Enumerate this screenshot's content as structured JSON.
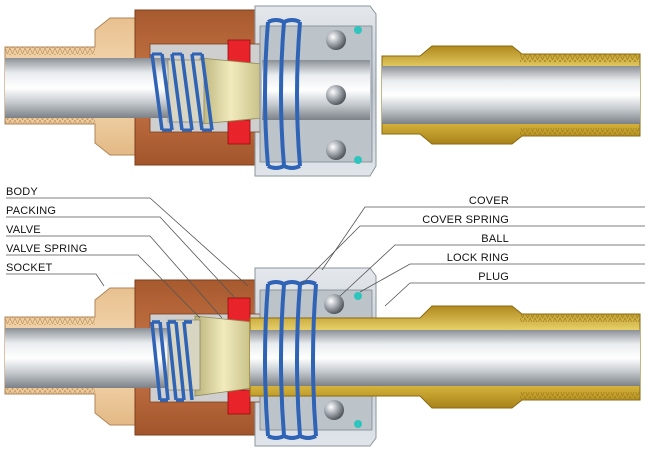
{
  "labels_left": {
    "body": "BODY",
    "packing": "PACKING",
    "valve": "VALVE",
    "valve_spring": "VALVE SPRING",
    "socket": "SOCKET"
  },
  "labels_right": {
    "cover": "COVER",
    "cover_spring": "COVER SPRING",
    "ball": "BALL",
    "lock_ring": "LOCK RING",
    "plug": "PLUG"
  },
  "colors": {
    "socket": "#f3d3a8",
    "body": "#bd6b3c",
    "packing": "#e8242a",
    "valve": "#ddd49a",
    "spring": "#2f63b6",
    "cover": "#cfd6dc",
    "plug": "#e2c24a",
    "bore": "#c9cdd1",
    "lock_ring": "#2fc4bd"
  }
}
